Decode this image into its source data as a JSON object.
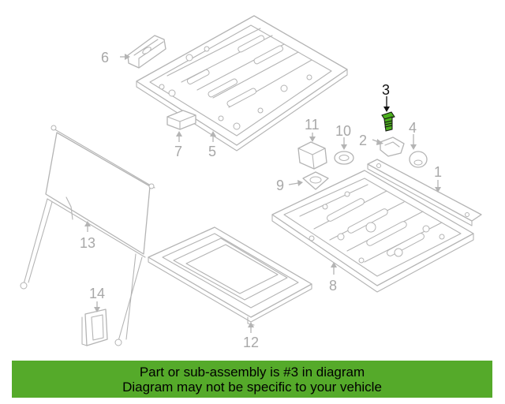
{
  "diagram": {
    "highlighted_part": "3",
    "colors": {
      "line": "#b4b4b4",
      "label": "#a8a8a8",
      "highlight": "#111111",
      "highlight_part_fill": "#4caf1e"
    },
    "callouts": {
      "c1": "1",
      "c2": "2",
      "c3": "3",
      "c4": "4",
      "c5": "5",
      "c6": "6",
      "c7": "7",
      "c8": "8",
      "c9": "9",
      "c10": "10",
      "c11": "11",
      "c12": "12",
      "c13": "13",
      "c14": "14"
    }
  },
  "banner": {
    "line1": "Part or sub-assembly is #3 in diagram",
    "line2": "Diagram may not be specific to your vehicle",
    "background": "#55aa2a"
  }
}
